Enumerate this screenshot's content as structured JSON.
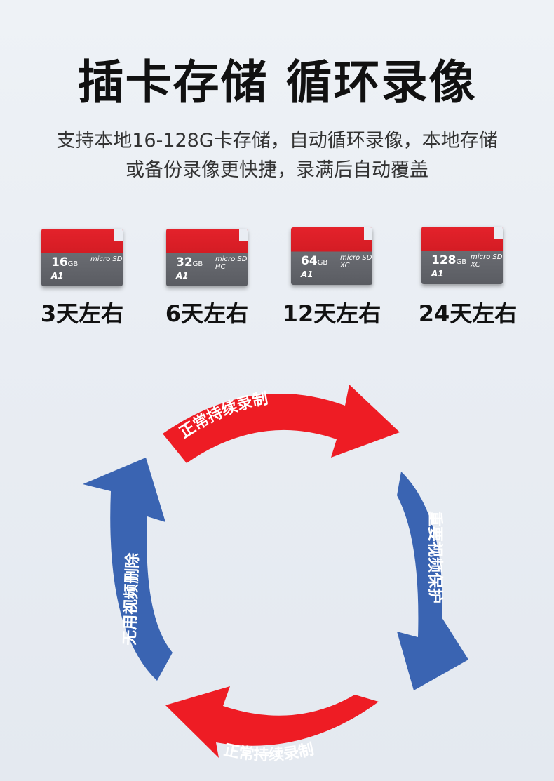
{
  "header": {
    "title": "插卡存储 循环录像",
    "subtitle_line1": "支持本地16-128G卡存储，自动循环录像，本地存储",
    "subtitle_line2": "或备份录像更快捷，录满后自动覆盖"
  },
  "cards": [
    {
      "capacity": "16",
      "unit": "GB",
      "brand": "micro SD",
      "class": "A1",
      "duration": "3天左右"
    },
    {
      "capacity": "32",
      "unit": "GB",
      "brand": "micro SD HC",
      "class": "A1",
      "duration": "6天左右"
    },
    {
      "capacity": "64",
      "unit": "GB",
      "brand": "micro SD XC",
      "class": "A1",
      "duration": "12天左右"
    },
    {
      "capacity": "128",
      "unit": "GB",
      "brand": "micro SD XC",
      "class": "A1",
      "duration": "24天左右"
    }
  ],
  "cycle": {
    "top_label": "正常持续录制",
    "right_label": "重要视频保护",
    "bottom_label": "正常持续录制",
    "left_label": "无用视频删除",
    "colors": {
      "red": "#ee1c24",
      "blue": "#3a64b2"
    }
  }
}
